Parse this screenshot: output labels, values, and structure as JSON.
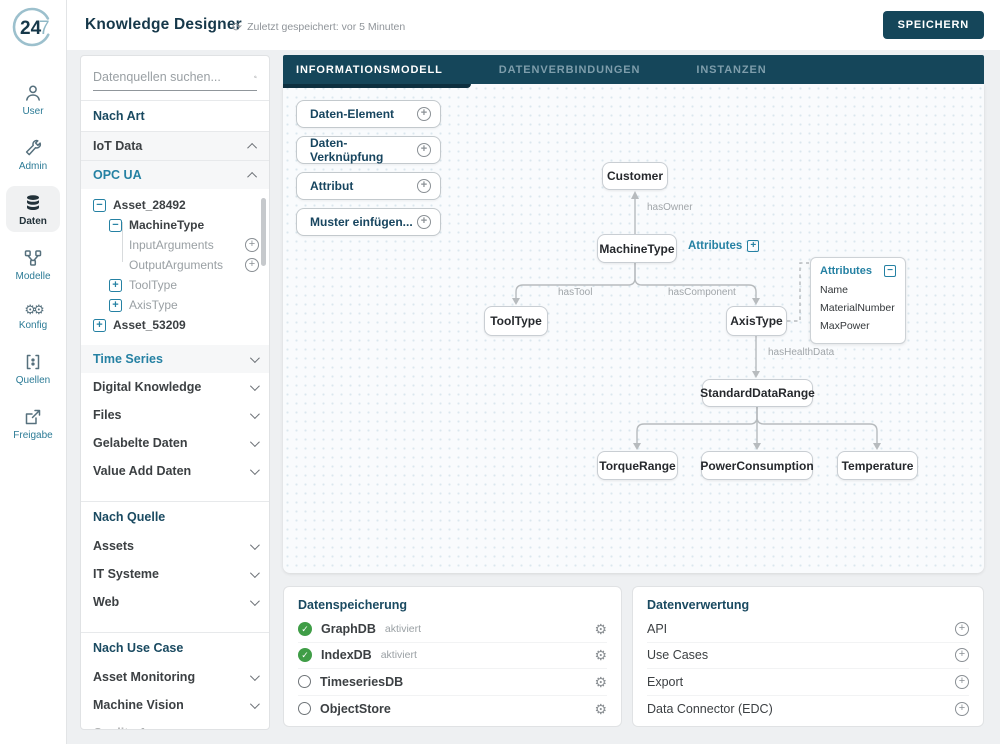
{
  "topbar": {
    "logo": {
      "bold": "24",
      "light": "7"
    },
    "title": "Knowledge Designer",
    "saved_status": "Zuletzt gespeichert: vor 5 Minuten",
    "save_button": "SPEICHERN"
  },
  "colors": {
    "navy": "#15465a",
    "teal": "#2581a3",
    "green": "#3f9d46",
    "canvas_bg": "#f9fbfd"
  },
  "nav_rail": {
    "items": [
      {
        "label": "User",
        "icon": "user-icon",
        "active": false
      },
      {
        "label": "Admin",
        "icon": "wrench-icon",
        "active": false
      },
      {
        "label": "Daten",
        "icon": "database-icon",
        "active": true
      },
      {
        "label": "Modelle",
        "icon": "nodes-icon",
        "active": false
      },
      {
        "label": "Konfig",
        "icon": "gears-icon",
        "active": false
      },
      {
        "label": "Quellen",
        "icon": "code-brackets-icon",
        "active": false
      },
      {
        "label": "Freigabe",
        "icon": "share-icon",
        "active": false
      }
    ]
  },
  "sidebar": {
    "search_placeholder": "Datenquellen suchen...",
    "header_art": "Nach Art",
    "iot_data": "IoT Data",
    "opc_ua": "OPC UA",
    "tree": [
      {
        "label": "Asset_28492",
        "toggle": "minus"
      },
      {
        "label": "MachineType",
        "toggle": "minus"
      },
      {
        "label": "InputArguments",
        "action": "add"
      },
      {
        "label": "OutputArguments",
        "action": "add"
      },
      {
        "label": "ToolType",
        "toggle": "plus"
      },
      {
        "label": "AxisType",
        "toggle": "plus"
      },
      {
        "label": "Asset_53209",
        "toggle": "plus"
      }
    ],
    "art_items": [
      {
        "label": "Time Series",
        "highlighted": true
      },
      {
        "label": "Digital Knowledge"
      },
      {
        "label": "Files"
      },
      {
        "label": "Gelabelte Daten"
      },
      {
        "label": "Value Add Daten"
      }
    ],
    "header_quelle": "Nach Quelle",
    "quelle_items": [
      {
        "label": "Assets"
      },
      {
        "label": "IT Systeme"
      },
      {
        "label": "Web"
      }
    ],
    "header_usecase": "Nach Use Case",
    "usecase_items": [
      {
        "label": "Asset Monitoring"
      },
      {
        "label": "Machine Vision"
      },
      {
        "label": "Quality Assurance"
      }
    ]
  },
  "tabs": [
    {
      "label": "INFORMATIONSMODELL",
      "active": true
    },
    {
      "label": "DATENVERBINDUNGEN",
      "active": false
    },
    {
      "label": "INSTANZEN",
      "active": false
    }
  ],
  "palette": [
    {
      "label": "Daten-Element"
    },
    {
      "label": "Daten-Verknüpfung"
    },
    {
      "label": "Attribut"
    },
    {
      "label": "Muster einfügen..."
    }
  ],
  "diagram": {
    "nodes": {
      "customer": {
        "label": "Customer"
      },
      "machine_type": {
        "label": "MachineType"
      },
      "tool_type": {
        "label": "ToolType"
      },
      "axis_type": {
        "label": "AxisType"
      },
      "standard_data_range": {
        "label": "StandardDataRange"
      },
      "torque_range": {
        "label": "TorqueRange"
      },
      "power_consumption": {
        "label": "PowerConsumption"
      },
      "temperature": {
        "label": "Temperature"
      }
    },
    "edges": {
      "has_owner": {
        "label": "hasOwner"
      },
      "has_tool": {
        "label": "hasTool"
      },
      "has_component": {
        "label": "hasComponent"
      },
      "has_health_data": {
        "label": "hasHealthData"
      }
    },
    "machine_type_attributes_link": "Attributes",
    "attributes_panel": {
      "header": "Attributes",
      "items": [
        "Name",
        "MaterialNumber",
        "MaxPower"
      ]
    }
  },
  "storage_panel": {
    "header": "Datenspeicherung",
    "items": [
      {
        "label": "GraphDB",
        "status": "aktiviert",
        "enabled": true
      },
      {
        "label": "IndexDB",
        "status": "aktiviert",
        "enabled": true
      },
      {
        "label": "TimeseriesDB",
        "status": "",
        "enabled": false
      },
      {
        "label": "ObjectStore",
        "status": "",
        "enabled": false
      }
    ]
  },
  "usage_panel": {
    "header": "Datenverwertung",
    "items": [
      {
        "label": "API"
      },
      {
        "label": "Use Cases"
      },
      {
        "label": "Export"
      },
      {
        "label": "Data Connector (EDC)"
      }
    ]
  }
}
